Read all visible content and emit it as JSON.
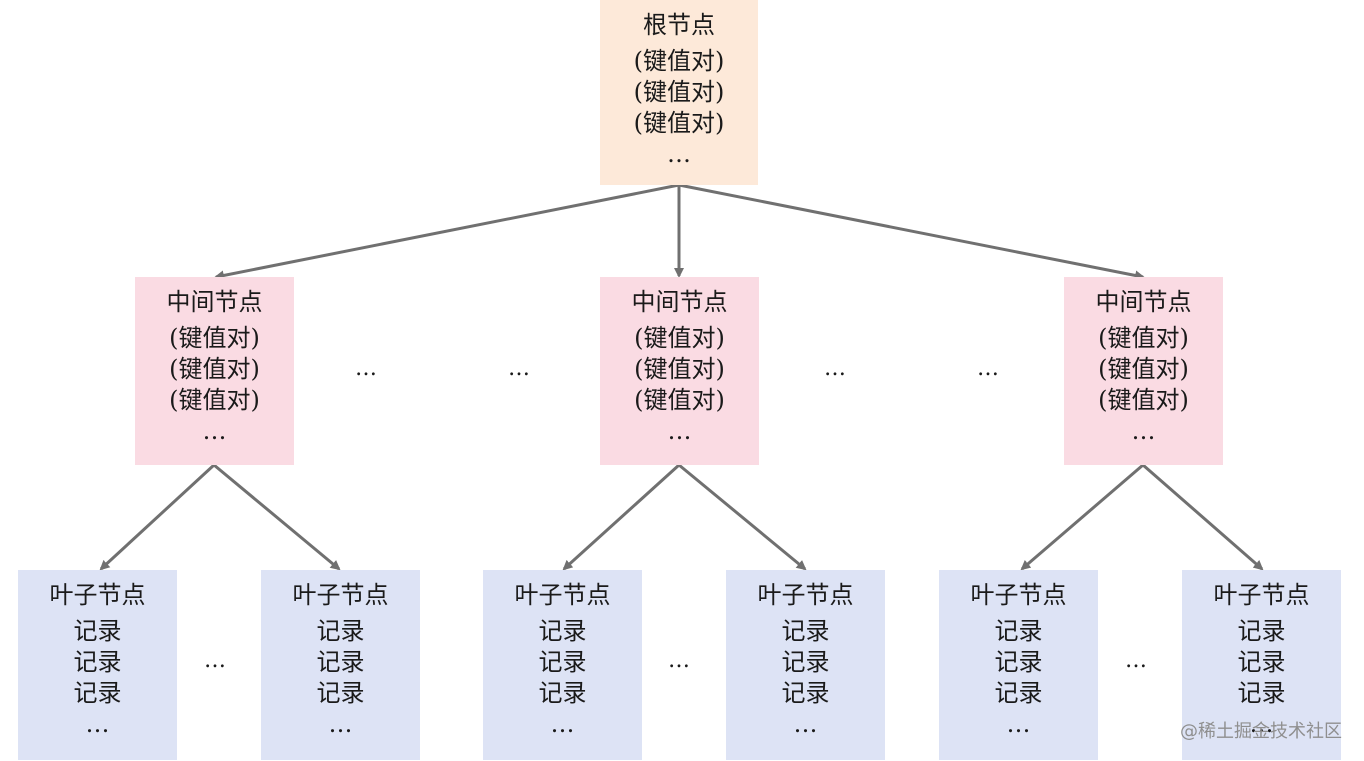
{
  "root": {
    "title": "根节点",
    "entries": [
      "(键值对)",
      "(键值对)",
      "(键值对)"
    ],
    "more": "…"
  },
  "middle_nodes": [
    {
      "title": "中间节点",
      "entries": [
        "(键值对)",
        "(键值对)",
        "(键值对)"
      ],
      "more": "…"
    },
    {
      "title": "中间节点",
      "entries": [
        "(键值对)",
        "(键值对)",
        "(键值对)"
      ],
      "more": "…"
    },
    {
      "title": "中间节点",
      "entries": [
        "(键值对)",
        "(键值对)",
        "(键值对)"
      ],
      "more": "…"
    }
  ],
  "leaf_nodes": [
    {
      "title": "叶子节点",
      "entries": [
        "记录",
        "记录",
        "记录"
      ],
      "more": "…"
    },
    {
      "title": "叶子节点",
      "entries": [
        "记录",
        "记录",
        "记录"
      ],
      "more": "…"
    },
    {
      "title": "叶子节点",
      "entries": [
        "记录",
        "记录",
        "记录"
      ],
      "more": "…"
    },
    {
      "title": "叶子节点",
      "entries": [
        "记录",
        "记录",
        "记录"
      ],
      "more": "…"
    },
    {
      "title": "叶子节点",
      "entries": [
        "记录",
        "记录",
        "记录"
      ],
      "more": "…"
    },
    {
      "title": "叶子节点",
      "entries": [
        "记录",
        "记录",
        "记录"
      ],
      "more": "…"
    }
  ],
  "ellipsis": "…",
  "watermark": "@稀土掘金技术社区",
  "colors": {
    "root_fill": "#fde9d9",
    "middle_fill": "#fadbe3",
    "leaf_fill": "#dde3f5",
    "edge": "#707070"
  }
}
